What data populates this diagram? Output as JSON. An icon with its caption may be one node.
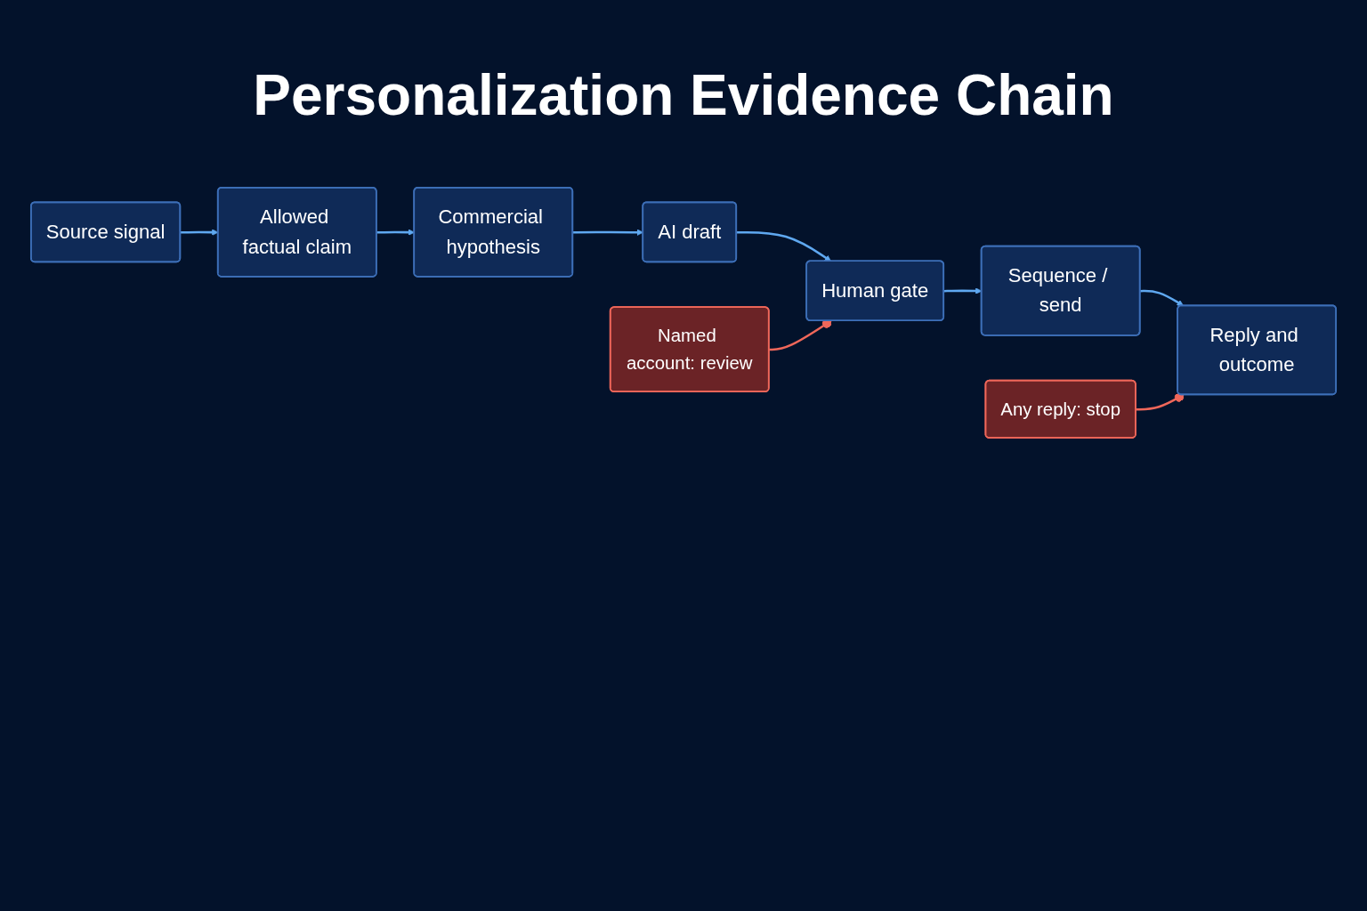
{
  "diagram": {
    "title": "Personalization Evidence Chain",
    "nodes": [
      {
        "text": [
          "Source signal"
        ]
      },
      {
        "text": [
          "Allowed factual claim"
        ]
      },
      {
        "text": [
          "Commercial hypothesis"
        ]
      },
      {
        "text": [
          "AI draft"
        ]
      },
      {
        "text": [
          "Human gate"
        ]
      },
      {
        "text": [
          "Sequence / send"
        ]
      },
      {
        "text": [
          "Reply and outcome"
        ]
      },
      {
        "text": [
          "Named account: review"
        ]
      },
      {
        "text": [
          "Any reply: stop"
        ]
      }
    ],
    "edges": [
      {
        "from": 0,
        "to": 1,
        "arrow": "to"
      },
      {
        "from": 1,
        "to": 2,
        "arrow": "to"
      },
      {
        "from": 2,
        "to": 3,
        "arrow": "to"
      },
      {
        "from": 3,
        "to": 4,
        "arrow": "to"
      },
      {
        "from": 4,
        "to": 5,
        "arrow": "to"
      },
      {
        "from": 5,
        "to": 6,
        "arrow": "to"
      },
      {
        "from": 7,
        "to": 4,
        "arrow": "other",
        "color": "#f0675a"
      },
      {
        "from": 8,
        "to": 6,
        "arrow": "other",
        "color": "#f0675a"
      }
    ]
  }
}
